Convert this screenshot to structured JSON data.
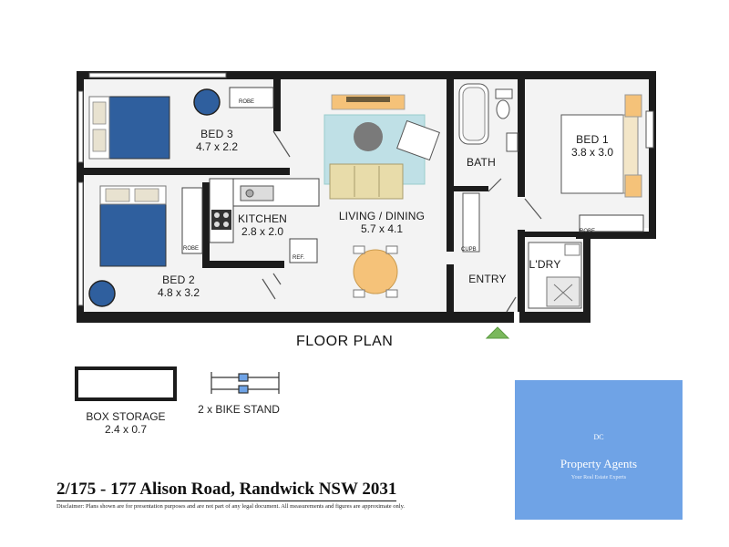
{
  "rooms": {
    "bed3": {
      "name": "BED 3",
      "dims": "4.7 x 2.2"
    },
    "bed2": {
      "name": "BED 2",
      "dims": "4.8 x 3.2"
    },
    "bed1": {
      "name": "BED 1",
      "dims": "3.8 x 3.0"
    },
    "kitchen": {
      "name": "KITCHEN",
      "dims": "2.8 x 2.0"
    },
    "living": {
      "name": "LIVING / DINING",
      "dims": "5.7 x 4.1"
    },
    "bath": {
      "name": "BATH"
    },
    "entry": {
      "name": "ENTRY"
    },
    "laundry": {
      "name": "L'DRY"
    }
  },
  "small_labels": {
    "robe_bed3": "ROBE",
    "robe_bed2": "ROBE",
    "robe_bed1": "ROBE",
    "fridge": "REF.",
    "cupboard": "CUPB"
  },
  "floor_plan_title": "FLOOR PLAN",
  "extras": {
    "box_storage_label": "BOX STORAGE",
    "box_storage_dims": "2.4 x 0.7",
    "bike_stand_label": "2 x BIKE STAND"
  },
  "address": "2/175 - 177 Alison Road, Randwick NSW 2031",
  "disclaimer": "Disclaimer: Plans shown are for presentation purposes and are not part of any legal document. All measurements and figures are approximate only.",
  "agency": {
    "initials": "DC",
    "name": "Property Agents",
    "tagline": "Your Real Estate Experts",
    "color": "#6fa3e6"
  },
  "colors": {
    "wall": "#1c1c1c",
    "floor": "#f3f3f3",
    "bed": "#2f5f9e",
    "sofa": "#e8dcaa",
    "rug": "#bfe0e6",
    "table": "#f5c279",
    "entry_marker": "#7ab85c"
  }
}
